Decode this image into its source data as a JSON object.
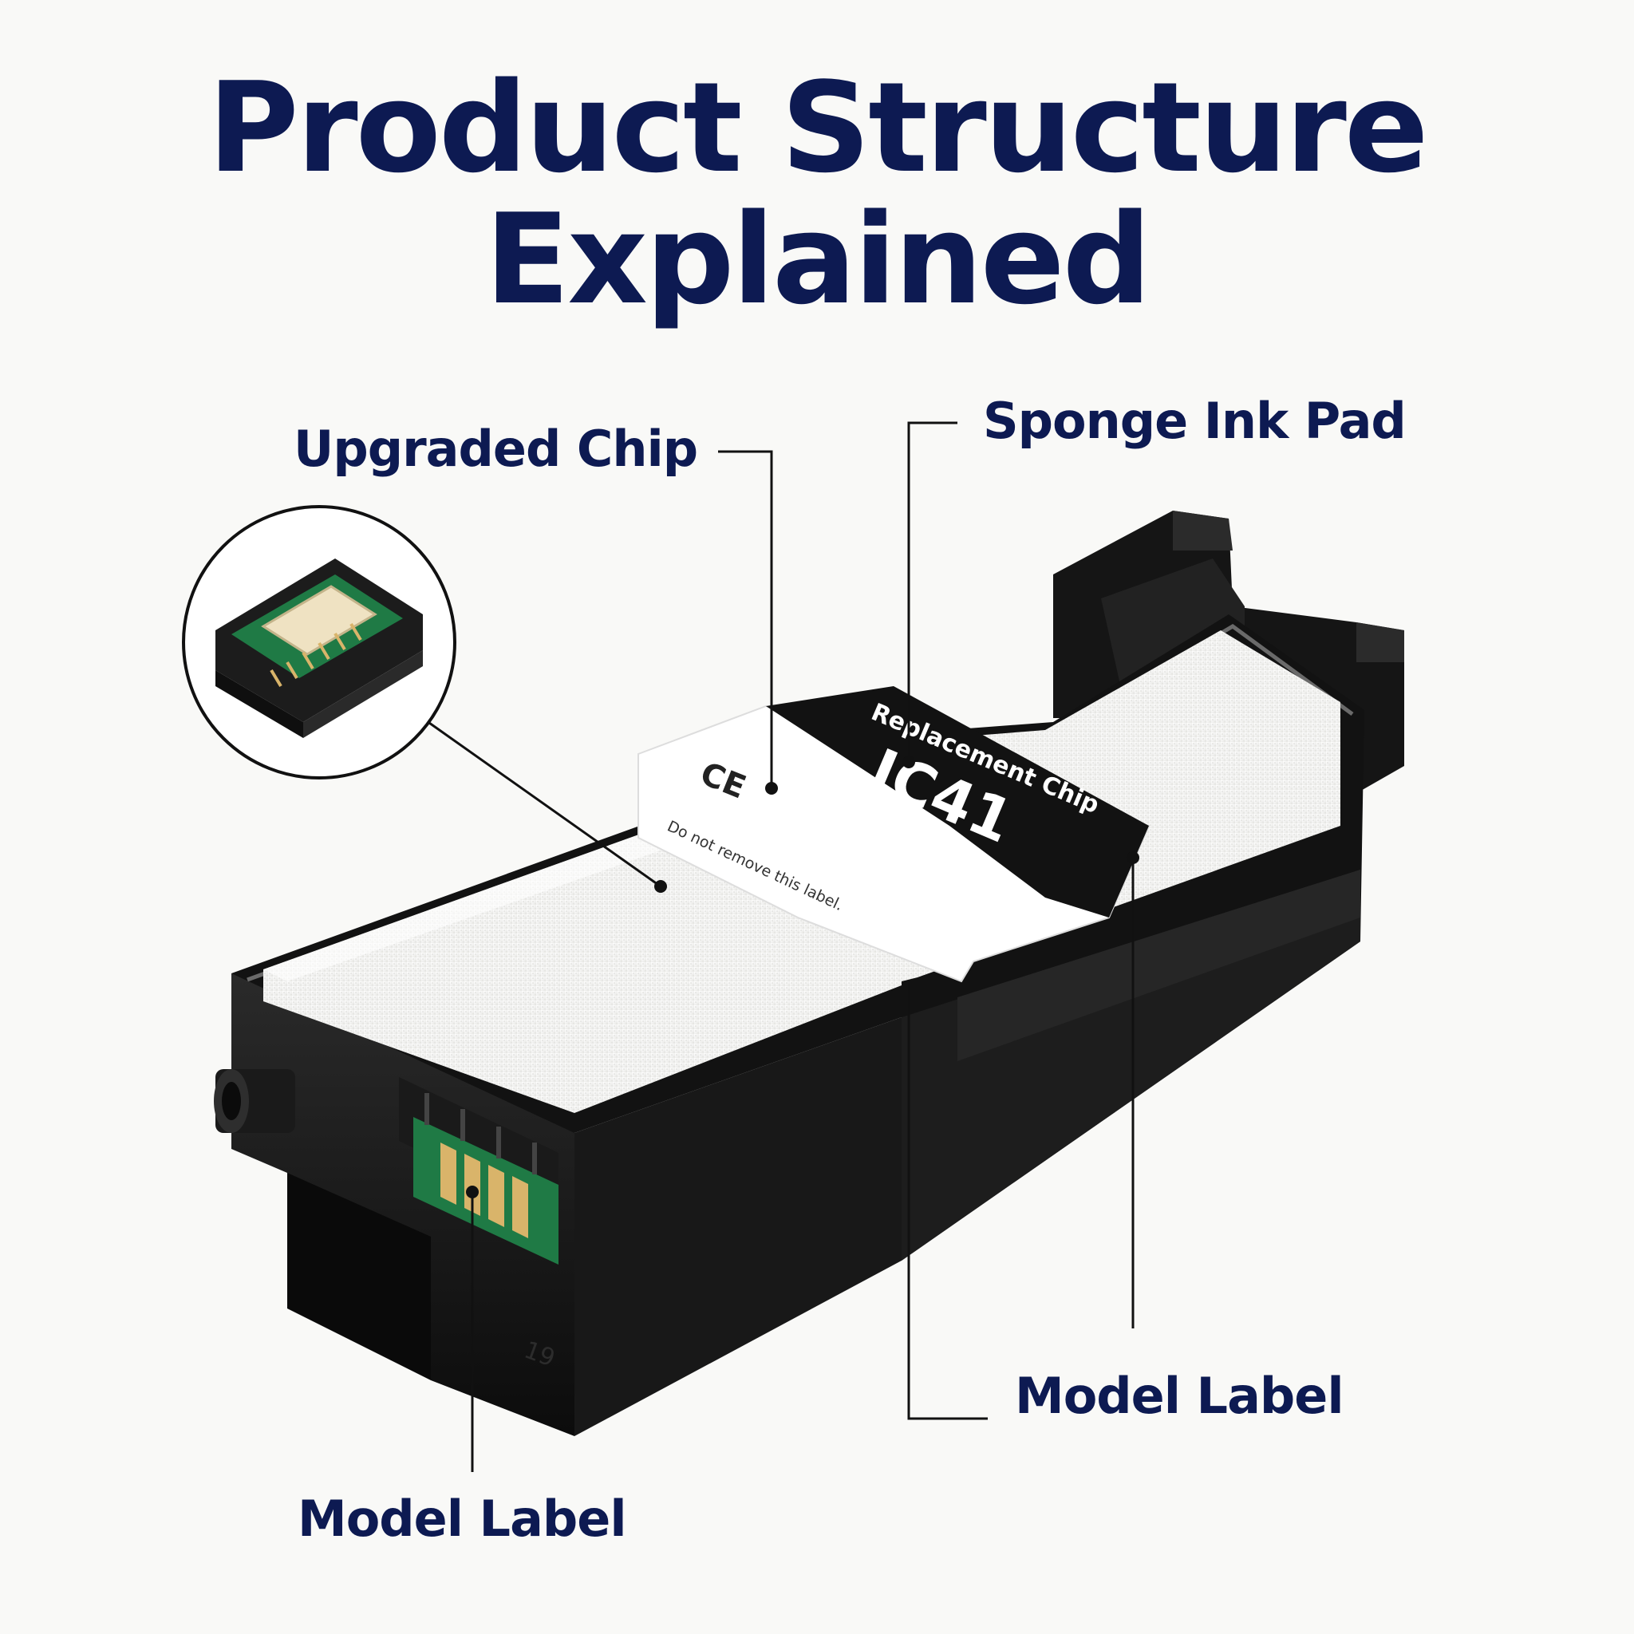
{
  "title": {
    "line1": "Product Structure",
    "line2": "Explained"
  },
  "callouts": [
    {
      "id": "upgraded-chip",
      "label": "Upgraded Chip"
    },
    {
      "id": "sponge-ink-pad",
      "label": "Sponge Ink Pad"
    },
    {
      "id": "model-label-right",
      "label": "Model Label"
    },
    {
      "id": "model-label-bottom",
      "label": "Model Label"
    }
  ],
  "product": {
    "sticker_brand_text": "Replacement Chip",
    "sticker_model_text": "IC41",
    "sticker_ce_mark": "CE",
    "sticker_small_text": "Do not remove this label.",
    "mold_number": "19"
  },
  "colors": {
    "title": "#0d1a52",
    "leader_line": "#111111",
    "body": "#141414",
    "sponge": "#f4f4f2",
    "chip_board": "#1f7a45",
    "contact_gold": "#d9b46a",
    "background": "#f9f9f7"
  }
}
